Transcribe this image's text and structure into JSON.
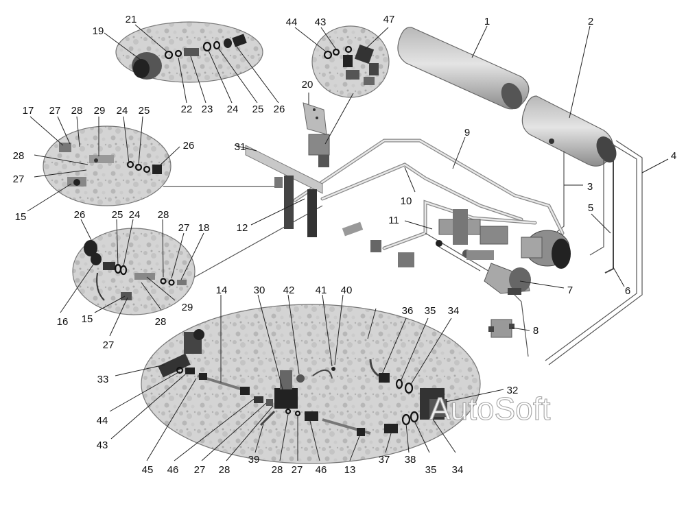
{
  "watermark": "AutoSoft",
  "callouts": {
    "c1": "1",
    "c2": "2",
    "c3": "3",
    "c4": "4",
    "c5": "5",
    "c6": "6",
    "c7": "7",
    "c8": "8",
    "c9": "9",
    "c10": "10",
    "c11": "11",
    "c12": "12",
    "c13": "13",
    "c14": "14",
    "c15a": "15",
    "c15b": "15",
    "c16": "16",
    "c17": "17",
    "c18": "18",
    "c19": "19",
    "c20": "20",
    "c21": "21",
    "c22": "22",
    "c23": "23",
    "c24a": "24",
    "c24b": "24",
    "c24c": "24",
    "c25a": "25",
    "c25b": "25",
    "c25c": "25",
    "c26a": "26",
    "c26b": "26",
    "c26c": "26",
    "c27a": "27",
    "c27b": "27",
    "c27c": "27",
    "c27d": "27",
    "c27e": "27",
    "c27f": "27",
    "c28a": "28",
    "c28b": "28",
    "c28c": "28",
    "c28d": "28",
    "c28e": "28",
    "c28f": "28",
    "c29a": "29",
    "c29b": "29",
    "c30": "30",
    "c31": "31",
    "c32": "32",
    "c33": "33",
    "c34a": "34",
    "c34b": "34",
    "c35a": "35",
    "c35b": "35",
    "c36": "36",
    "c37": "37",
    "c38": "38",
    "c39": "39",
    "c40": "40",
    "c41": "41",
    "c42": "42",
    "c43a": "43",
    "c43b": "43",
    "c44a": "44",
    "c44b": "44",
    "c45": "45",
    "c46a": "46",
    "c46b": "46",
    "c47": "47"
  }
}
